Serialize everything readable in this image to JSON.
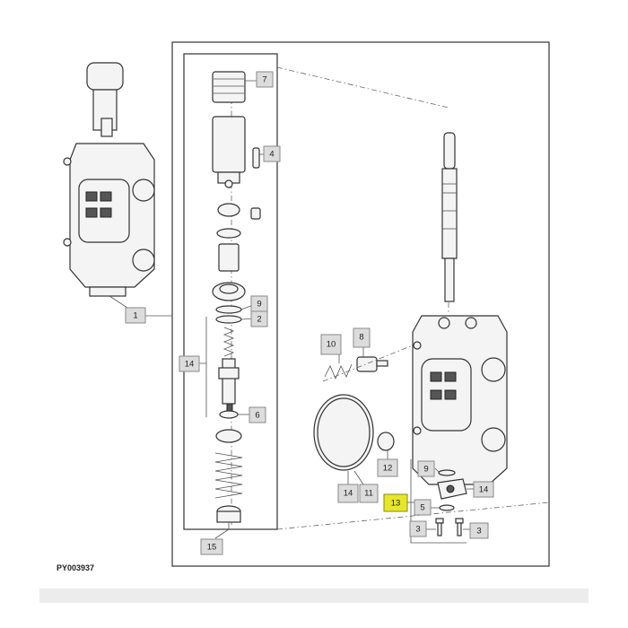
{
  "figure_code": "PY003937",
  "callouts": [
    {
      "label": "1",
      "highlight": false
    },
    {
      "label": "7",
      "highlight": false
    },
    {
      "label": "4",
      "highlight": false
    },
    {
      "label": "9",
      "highlight": false
    },
    {
      "label": "2",
      "highlight": false
    },
    {
      "label": "14",
      "highlight": false
    },
    {
      "label": "6",
      "highlight": false
    },
    {
      "label": "15",
      "highlight": false
    },
    {
      "label": "10",
      "highlight": false
    },
    {
      "label": "8",
      "highlight": false
    },
    {
      "label": "12",
      "highlight": false
    },
    {
      "label": "14",
      "highlight": false
    },
    {
      "label": "11",
      "highlight": false
    },
    {
      "label": "9",
      "highlight": false
    },
    {
      "label": "14",
      "highlight": false
    },
    {
      "label": "13",
      "highlight": true
    },
    {
      "label": "5",
      "highlight": false
    },
    {
      "label": "3",
      "highlight": false
    },
    {
      "label": "3",
      "highlight": false
    }
  ],
  "colors": {
    "highlight": "#e6e62a",
    "callout_fill": "#dcdcdc",
    "line": "#333333"
  }
}
